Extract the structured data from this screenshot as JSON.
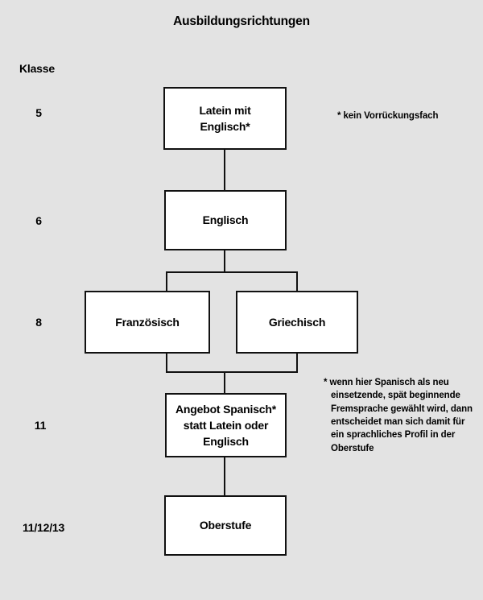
{
  "diagram": {
    "title": "Ausbildungsrichtungen",
    "background_color": "#e3e3e3",
    "box_fill_color": "#ffffff",
    "box_border_color": "#111111",
    "text_color": "#000000"
  },
  "left_column": {
    "heading": "Klasse",
    "grade_labels": [
      {
        "text": "5"
      },
      {
        "text": "6"
      },
      {
        "text": "8"
      },
      {
        "text": "11"
      },
      {
        "text": "11/12/13"
      }
    ]
  },
  "nodes": [
    {
      "id": "latein-mit-englisch",
      "label": "Latein mit\nEnglisch*",
      "grade": "5"
    },
    {
      "id": "englisch",
      "label": "Englisch",
      "grade": "6"
    },
    {
      "id": "franzoesisch",
      "label": "Französisch",
      "grade": "8"
    },
    {
      "id": "griechisch",
      "label": "Griechisch",
      "grade": "8"
    },
    {
      "id": "angebot-spanisch",
      "label": "Angebot Spanisch*\nstatt Latein oder\nEnglisch",
      "grade": "11"
    },
    {
      "id": "oberstufe",
      "label": "Oberstufe",
      "grade": "11/12/13"
    }
  ],
  "footnotes": {
    "top_right": "* kein Vorrückungsfach",
    "mid_right": "* wenn hier Spanisch als neu einsetzende, spät beginnende Fremsprache gewählt wird, dann entscheidet man sich damit für ein sprachliches Profil in der Oberstufe"
  }
}
